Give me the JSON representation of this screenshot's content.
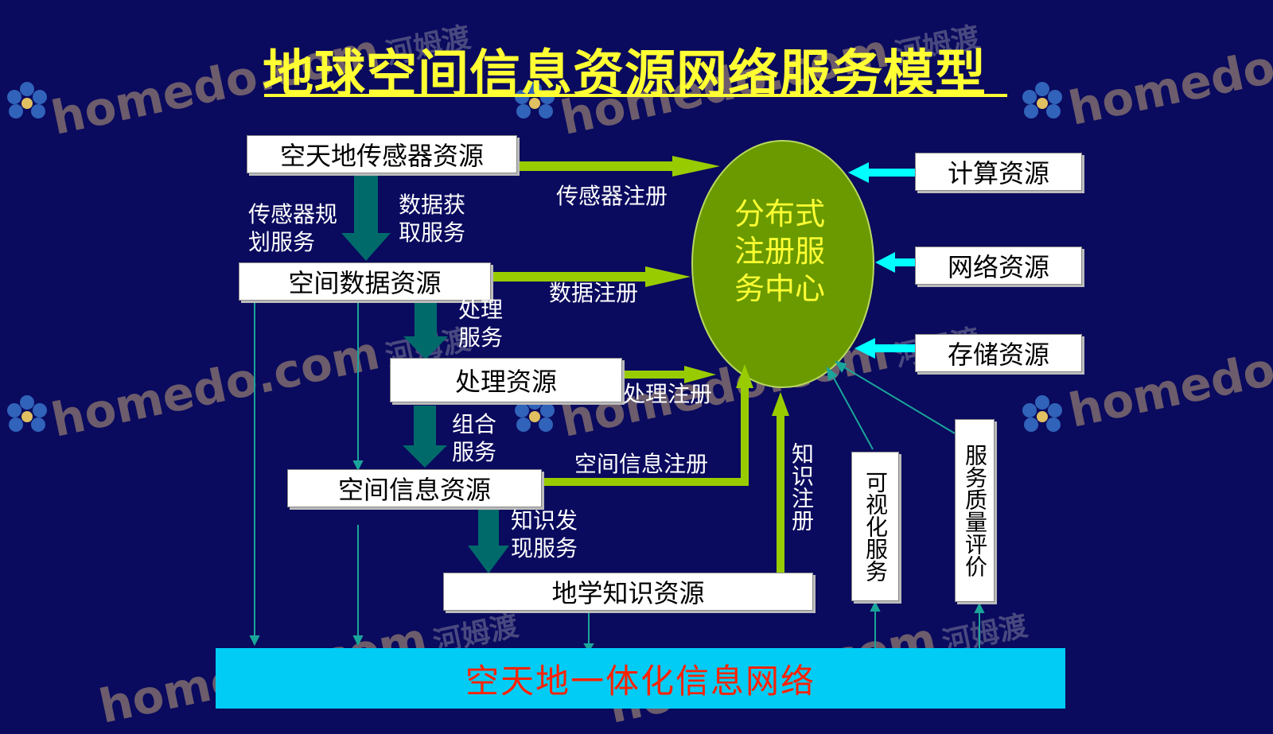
{
  "title": "地球空间信息资源网络服务模型",
  "colors": {
    "background": "#0a0a5e",
    "title": "#ffff33",
    "ellipse_fill": "#6a9a00",
    "ellipse_text": "#ffff33",
    "green_arrow": "#99cc00",
    "teal_arrow": "#006a6a",
    "cyan_arrow": "#00ffff",
    "bottom_bar": "#00ccf5",
    "bottom_text": "#ff2200"
  },
  "resources": {
    "sensor": "空天地传感器资源",
    "spatial_data": "空间数据资源",
    "processing": "处理资源",
    "spatial_info": "空间信息资源",
    "geo_knowledge": "地学知识资源"
  },
  "right_resources": {
    "compute": "计算资源",
    "network": "网络资源",
    "storage": "存储资源"
  },
  "center": {
    "line1": "分布式",
    "line2": "注册服",
    "line3": "务中心"
  },
  "labels": {
    "sensor_planning_1": "传感器规",
    "sensor_planning_2": "划服务",
    "data_acquire_1": "数据获",
    "data_acquire_2": "取服务",
    "process_service_1": "处理",
    "process_service_2": "服务",
    "combine_service_1": "组合",
    "combine_service_2": "服务",
    "knowledge_discovery_1": "知识发",
    "knowledge_discovery_2": "现服务",
    "sensor_register": "传感器注册",
    "data_register": "数据注册",
    "process_register": "处理注册",
    "spatial_info_register": "空间信息注册",
    "knowledge_register": "知识注册"
  },
  "vertical_boxes": {
    "visualization": "可视化服务",
    "quality": "服务质量评价"
  },
  "bottom_bar": "空天地一体化信息网络",
  "watermarks": {
    "url": "homedo.com",
    "cn": "河姆渡"
  }
}
